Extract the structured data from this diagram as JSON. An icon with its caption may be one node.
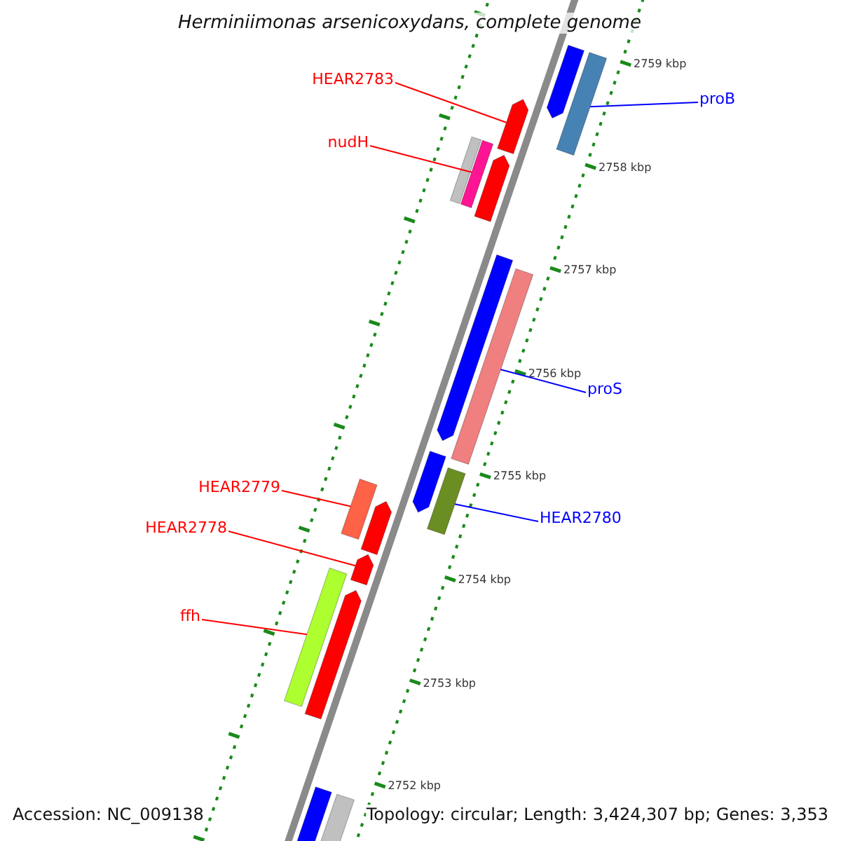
{
  "diagram": {
    "title": "Herminiimonas arsenicoxydans, complete genome",
    "nodes": [
      {
        "text": [
          "HEAR2783"
        ]
      },
      {
        "text": [
          "proB"
        ]
      },
      {
        "text": [
          "nudH"
        ]
      },
      {
        "text": [
          "proS"
        ]
      },
      {
        "text": [
          "HEAR2779"
        ]
      },
      {
        "text": [
          "HEAR2780"
        ]
      },
      {
        "text": [
          "HEAR2778"
        ]
      },
      {
        "text": [
          "ffh"
        ]
      },
      {
        "text": [],
        "shape": "bar"
      },
      {
        "text": [],
        "shape": "bar"
      },
      {
        "text": [],
        "shape": "bar"
      },
      {
        "text": [],
        "shape": "bar"
      },
      {
        "text": [],
        "shape": "bar"
      },
      {
        "text": [],
        "shape": "bar"
      },
      {
        "text": [],
        "shape": "bar"
      },
      {
        "text": [],
        "shape": "bar"
      },
      {
        "text": [],
        "shape": "bar"
      },
      {
        "text": [],
        "shape": "bar"
      },
      {
        "text": [],
        "shape": "bar"
      },
      {
        "text": [],
        "shape": "bar"
      },
      {
        "text": [],
        "shape": "bar"
      },
      {
        "text": [],
        "shape": "bar"
      },
      {
        "text": [],
        "shape": "bar"
      },
      {
        "text": [],
        "shape": "bar"
      },
      {
        "text": [],
        "shape": "bar"
      }
    ],
    "edges": [
      {
        "from": 0,
        "to": 8,
        "arrow": "none"
      },
      {
        "from": 1,
        "to": 9,
        "arrow": "none",
        "color": "#0000ff"
      },
      {
        "from": 2,
        "to": 10,
        "arrow": "none"
      },
      {
        "from": 3,
        "to": 11,
        "arrow": "none",
        "color": "#0000ff"
      },
      {
        "from": 4,
        "to": 12,
        "arrow": "none"
      },
      {
        "from": 5,
        "to": 13,
        "arrow": "none",
        "color": "#0000ff"
      },
      {
        "from": 6,
        "to": 14,
        "arrow": "none"
      },
      {
        "from": 7,
        "to": 15,
        "arrow": "none"
      }
    ],
    "labels": [
      "2759 kbp",
      "2758 kbp",
      "2757 kbp",
      "2756 kbp",
      "2755 kbp",
      "2754 kbp",
      "2753 kbp",
      "2752 kbp",
      "Accession: NC_009138",
      "Topology: circular; Length: 3,424,307 bp; Genes: 3,353"
    ]
  }
}
